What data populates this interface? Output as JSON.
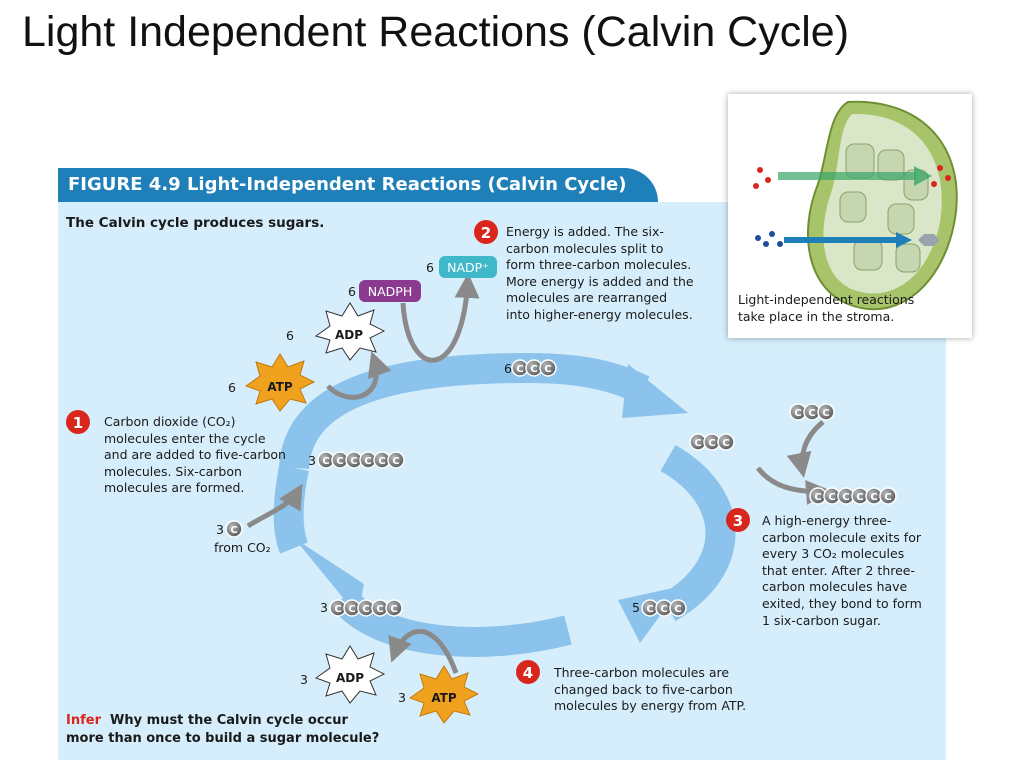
{
  "slide": {
    "title": "Light Independent Reactions (Calvin Cycle)"
  },
  "figure": {
    "title": "FIGURE 4.9  Light-Independent Reactions (Calvin Cycle)",
    "subtitle": "The Calvin cycle produces sugars.",
    "infer_label": "Infer",
    "infer_question_1": "Why must the Calvin cycle occur",
    "infer_question_2": "more than once to build a sugar molecule?"
  },
  "steps": [
    {
      "number": "1",
      "lines": [
        "Carbon dioxide (CO₂)",
        "molecules enter the cycle",
        "and are added to five-carbon",
        "molecules. Six-carbon",
        "molecules are formed."
      ]
    },
    {
      "number": "2",
      "lines": [
        "Energy is added. The six-",
        "carbon molecules split to",
        "form three-carbon molecules.",
        "More energy is added and the",
        "molecules are rearranged",
        "into higher-energy molecules."
      ]
    },
    {
      "number": "3",
      "lines": [
        "A high-energy three-",
        "carbon molecule exits for",
        "every 3 CO₂ molecules",
        "that enter. After 2 three-",
        "carbon molecules have",
        "exited, they bond to form",
        "1 six-carbon sugar."
      ]
    },
    {
      "number": "4",
      "lines": [
        "Three-carbon molecules are",
        "changed back to five-carbon",
        "molecules by energy from ATP."
      ]
    }
  ],
  "molecules": {
    "nadph": "NADPH",
    "nadph_count": "6",
    "nadp": "NADP⁺",
    "nadp_count": "6",
    "adp": "ADP",
    "atp": "ATP",
    "adp_top_count": "6",
    "atp_top_count": "6",
    "adp_bottom_count": "3",
    "atp_bottom_count": "3",
    "carbon": "C",
    "co2_count": "3",
    "co2_source": "from CO₂",
    "six_carbon_count": "3",
    "three_carbon_top_count": "6",
    "five_carbon_count": "3",
    "three_carbon_bottom_count": "5"
  },
  "inset": {
    "caption_1": "Light-independent reactions",
    "caption_2": "take place in the stroma."
  },
  "colors": {
    "figure_blue": "#1f7fb8",
    "panel_bg": "#d6eefb",
    "arrow_blue": "#8cc3ec",
    "atp_orange": "#f0a11e",
    "nadph_purple": "#8b3a8f",
    "nadp_teal": "#3fb8c9",
    "step_red": "#d9261c",
    "carbon_gray": "#6d6e71"
  }
}
